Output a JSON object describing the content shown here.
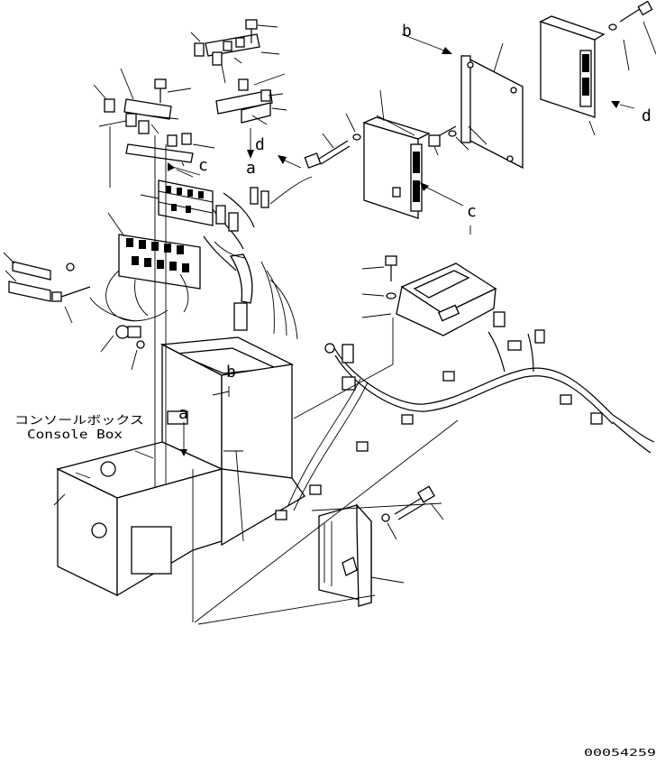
{
  "caption": {
    "japanese": "コンソールボックス",
    "english": "Console Box"
  },
  "reference_letters": {
    "a1": "a",
    "a2": "a",
    "b1": "b",
    "b2": "b",
    "c1": "c",
    "c2": "c",
    "d1": "d",
    "d2": "d"
  },
  "drawing_number": "00054259"
}
